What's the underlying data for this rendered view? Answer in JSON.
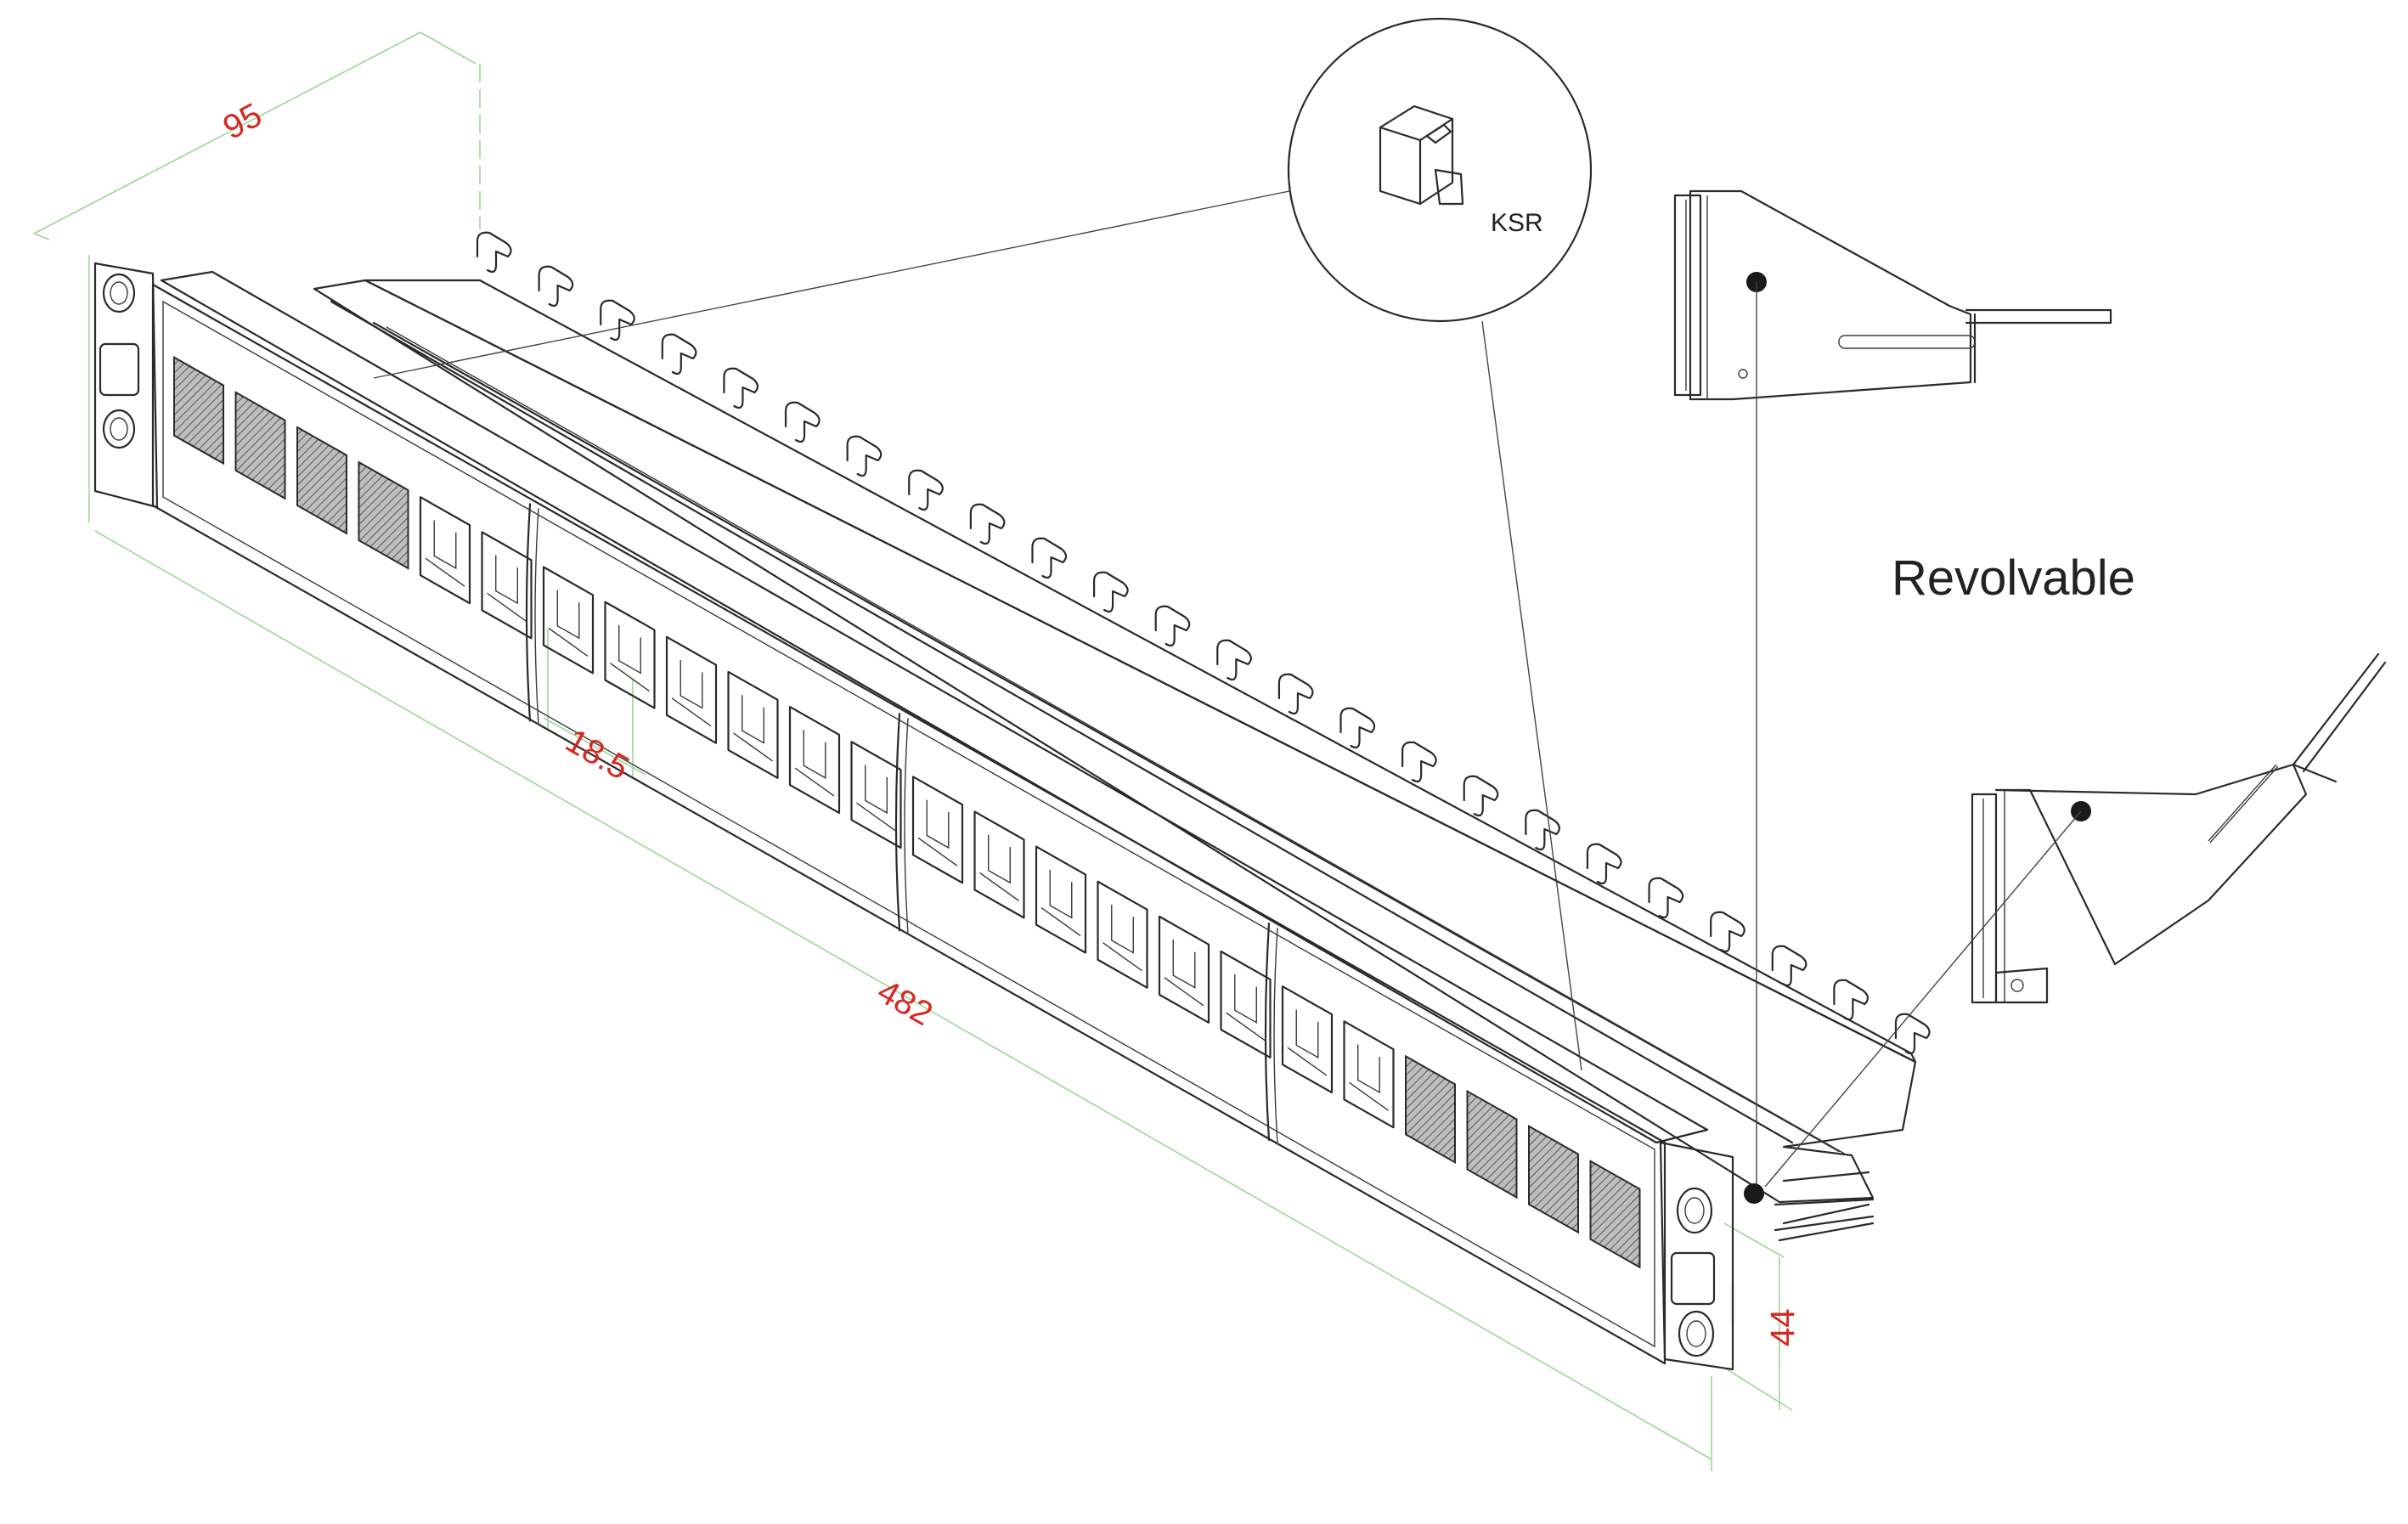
{
  "dimensions": {
    "depth": "95",
    "width": "482",
    "pitch": "18.5",
    "height": "44"
  },
  "labels": {
    "ksr": "KSR",
    "revolvable": "Revolvable"
  },
  "colors": {
    "dimension_text": "#d42a22",
    "dimension_line": "#9fd59a",
    "ink": "#2a2a2a",
    "port_blank_fill": "#c8c8c8"
  },
  "panel": {
    "port_count": 24,
    "module_count": 4,
    "ports_per_module": 6,
    "blank_ports": [
      0,
      1,
      2,
      3,
      20,
      21,
      22,
      23
    ],
    "cable_hook_count": 24
  }
}
